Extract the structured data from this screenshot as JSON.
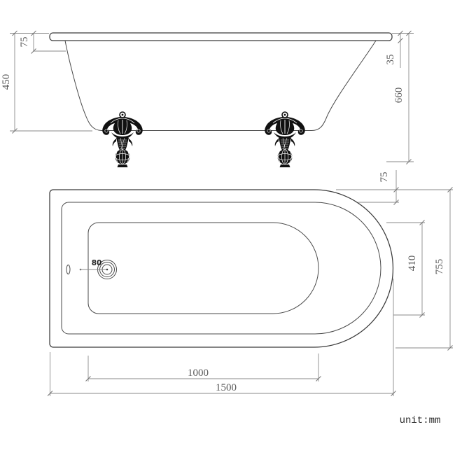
{
  "drawing": {
    "unit_note": "unit:mm",
    "accent_color": "#111111",
    "line_color": "#3a3a3a",
    "dim_color": "#5a5a5a",
    "side_view": {
      "dim_body_height": "450",
      "dim_rim_to_body_drop": "75",
      "dim_rim_thickness": "35",
      "dim_overall_height": "660"
    },
    "plan_view": {
      "dim_rim_width": "75",
      "dim_basin_width": "410",
      "dim_overall_width": "755",
      "dim_drain_diameter": "80",
      "dim_basin_length": "1000",
      "dim_overall_length": "1500"
    }
  }
}
